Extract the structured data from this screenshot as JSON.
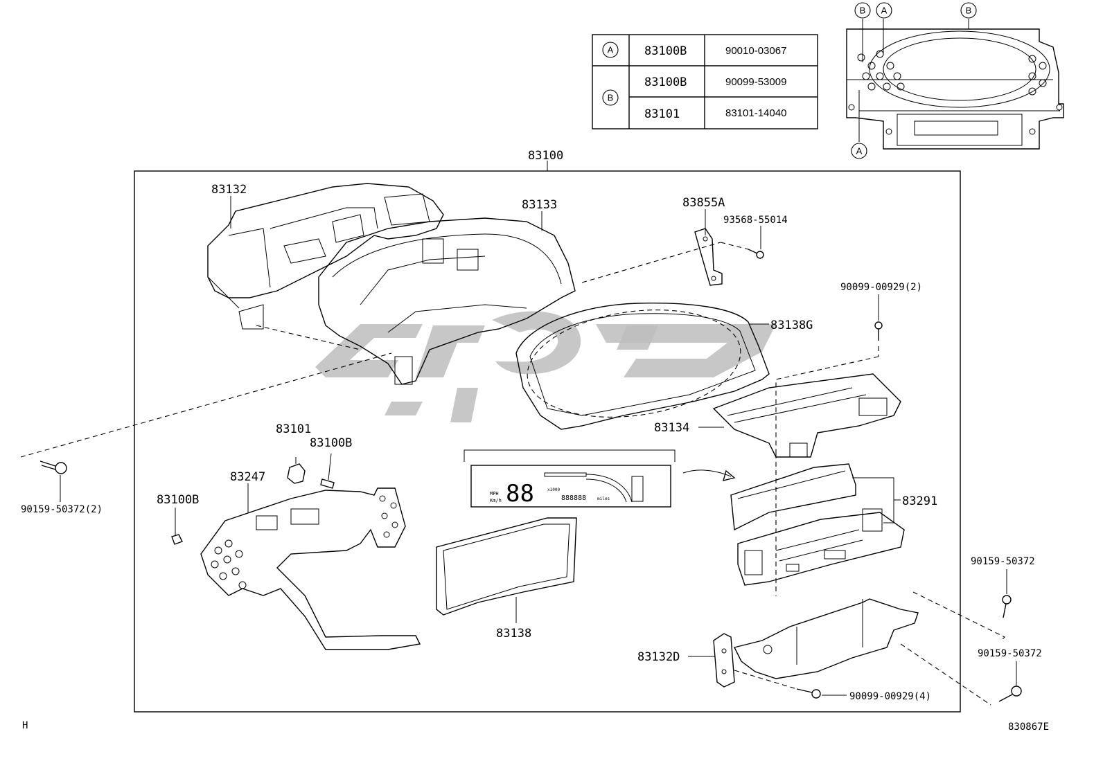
{
  "parts": {
    "p83100": "83100",
    "p83132": "83132",
    "p83133": "83133",
    "p83855A": "83855A",
    "p93568": "93568-55014",
    "p90099_2": "90099-00929(2)",
    "p83138G": "83138G",
    "p83134": "83134",
    "p83101": "83101",
    "p83100B_top": "83100B",
    "p83247": "83247",
    "p83100B_left": "83100B",
    "p90159_2": "90159-50372(2)",
    "p83291": "83291",
    "p83138": "83138",
    "p90159_r1": "90159-50372",
    "p90159_r2": "90159-50372",
    "p83132D": "83132D",
    "p90099_4": "90099-00929(4)"
  },
  "table": {
    "rows": [
      {
        "marker": "A",
        "code": "83100B",
        "partno": "90010-03067"
      },
      {
        "marker": "B",
        "code": "83100B",
        "partno": "90099-53009"
      },
      {
        "marker": "",
        "code": "83101",
        "partno": "83101-14040"
      }
    ]
  },
  "inset": {
    "markers": [
      "B",
      "A",
      "B",
      "A"
    ]
  },
  "lcd": {
    "unit1": "MPH",
    "unit2": "Km/h",
    "digits": "88",
    "odo": "888888",
    "odo_unit": "miles",
    "trip": "x1000"
  },
  "footer": {
    "left": "H",
    "right": "830867E"
  }
}
